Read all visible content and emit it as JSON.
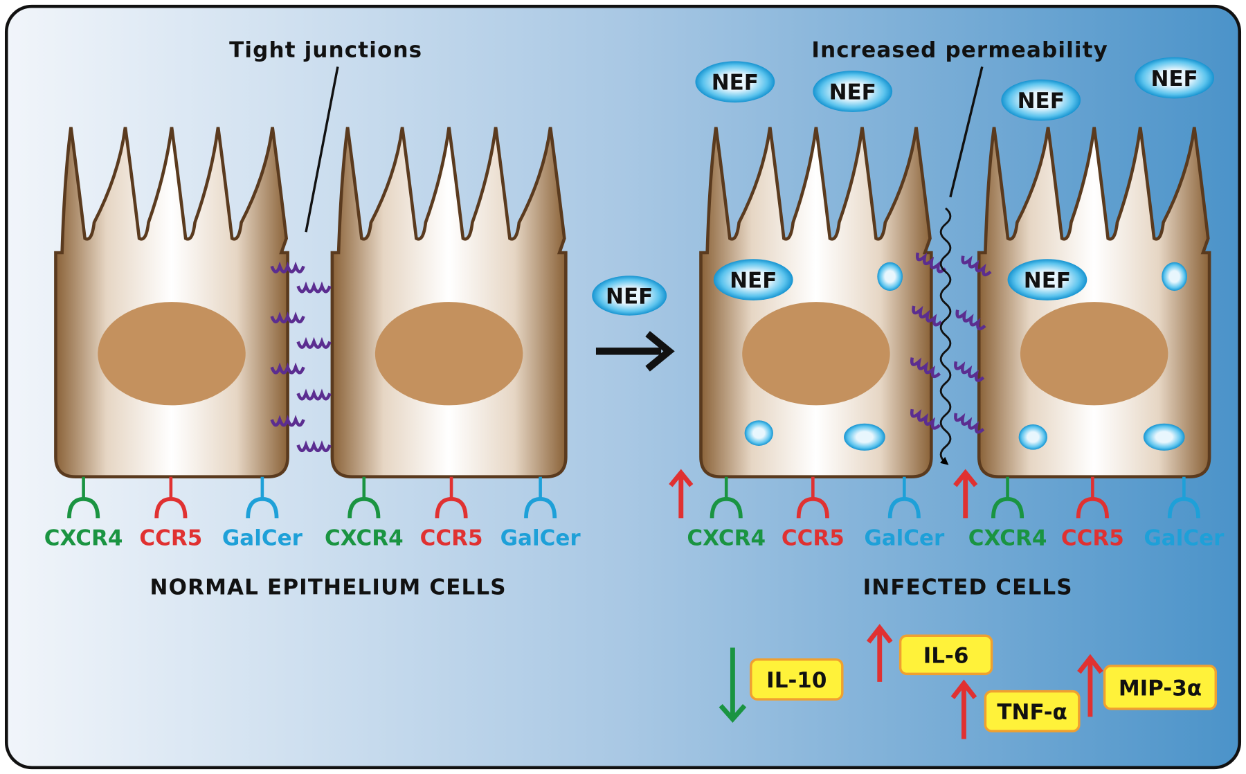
{
  "annotations": {
    "tight_junctions": "Tight junctions",
    "increased_permeability": "Increased permeability"
  },
  "panels": {
    "normal": {
      "title": "NORMAL EPITHELIUM CELLS",
      "receptors": [
        "CXCR4",
        "CCR5",
        "GalCer",
        "CXCR4",
        "CCR5",
        "GalCer"
      ]
    },
    "infected": {
      "title": "INFECTED CELLS",
      "receptors": [
        "CXCR4",
        "CCR5",
        "GalCer",
        "CXCR4",
        "CCR5",
        "GalCer"
      ],
      "upregulated_markers": [
        "up",
        "up"
      ]
    }
  },
  "nef": {
    "label": "NEF",
    "extracellular": [
      "NEF",
      "NEF",
      "NEF",
      "NEF"
    ],
    "intracellular": [
      "NEF",
      "NEF"
    ],
    "transition": "NEF"
  },
  "cytokines": [
    {
      "name": "IL-10",
      "direction": "down"
    },
    {
      "name": "IL-6",
      "direction": "up"
    },
    {
      "name": "TNF-α",
      "direction": "up"
    },
    {
      "name": "MIP-3α",
      "direction": "up"
    }
  ],
  "colors": {
    "CXCR4": "#1a9441",
    "CCR5": "#e03131",
    "GalCer": "#1ea0d8",
    "up_arrow": "#e03131",
    "down_arrow": "#1a9441",
    "tight_junction": "#5b2d90",
    "cytokine_box": "#fff23a",
    "cytokine_border": "#f0a030",
    "nucleus": "#c4915e",
    "background_right": "#4f97cc"
  }
}
